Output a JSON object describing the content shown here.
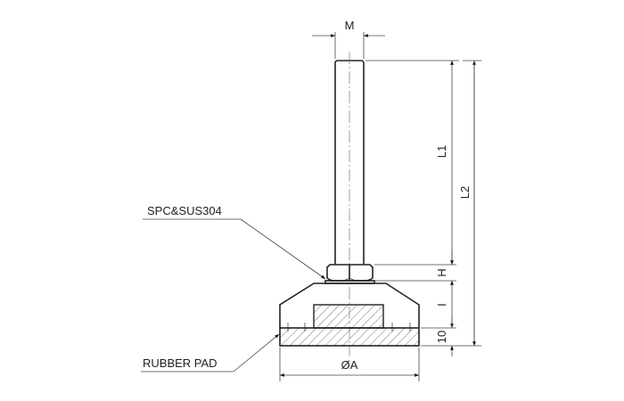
{
  "drawing": {
    "labels": {
      "material": "SPC&SUS304",
      "pad": "RUBBER PAD"
    },
    "dimensions": {
      "thread": "M",
      "length1": "L1",
      "length2": "L2",
      "nut_height": "H",
      "base_height": "I",
      "pad_thickness": "10",
      "diameter": "ØA"
    }
  }
}
